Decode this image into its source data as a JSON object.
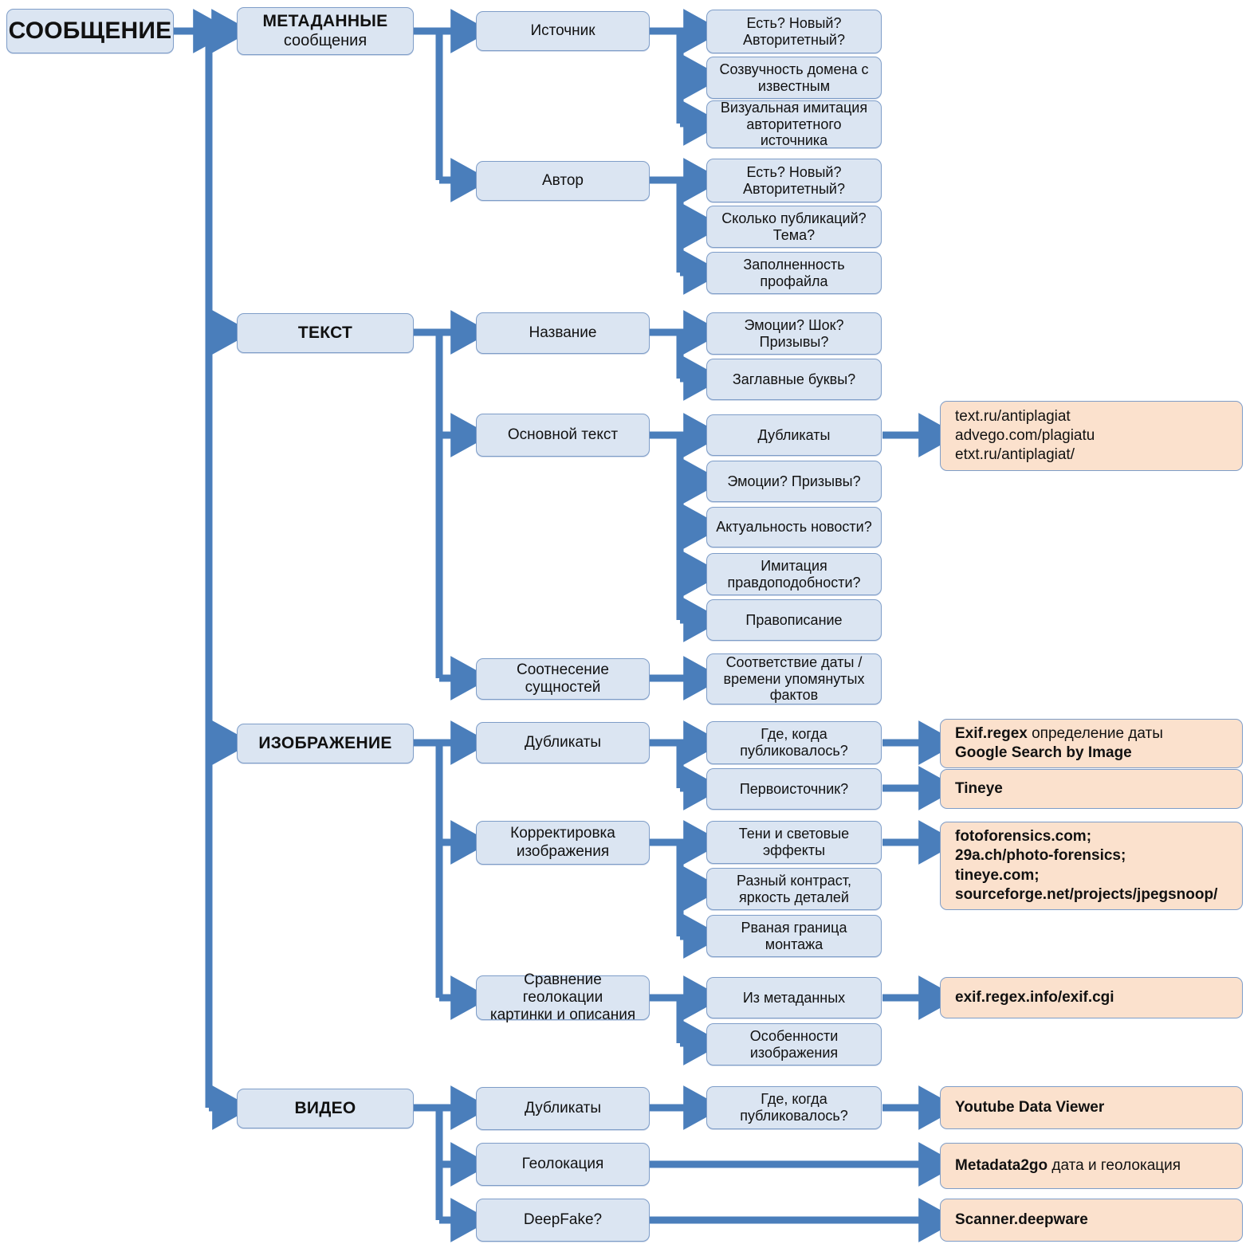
{
  "meta": {
    "title": "СООБЩЕНИЕ — схема проверки достоверности",
    "colors": {
      "node_blue_fill": "#dbe5f2",
      "node_peach_fill": "#fbe1cd",
      "node_border": "#7e9dc8",
      "connector": "#4a7ebb",
      "text": "#111111",
      "background": "#ffffff"
    }
  },
  "root": {
    "label": "СООБЩЕНИЕ"
  },
  "categories": [
    {
      "id": "metadata",
      "label": "МЕТАДАННЫЕ",
      "sublabel": "сообщения"
    },
    {
      "id": "text",
      "label": "ТЕКСТ",
      "sublabel": ""
    },
    {
      "id": "image",
      "label": "ИЗОБРАЖЕНИЕ",
      "sublabel": ""
    },
    {
      "id": "video",
      "label": "ВИДЕО",
      "sublabel": ""
    }
  ],
  "level2": {
    "source": "Источник",
    "author": "Автор",
    "title": "Название",
    "body": "Основной текст",
    "entities": "Соотнесение сущностей",
    "img_duplicates": "Дубликаты",
    "img_correction_l1": "Корректировка",
    "img_correction_l2": "изображения",
    "img_geo_l1": "Сравнение геолокации",
    "img_geo_l2": "картинки и описания",
    "vid_duplicates": "Дубликаты",
    "vid_geo": "Геолокация",
    "vid_deepfake": "DeepFake?"
  },
  "level3": {
    "src_exists_l1": "Есть? Новый?",
    "src_exists_l2": "Авторитетный?",
    "src_domain_l1": "Созвучность домена с",
    "src_domain_l2": "известным",
    "src_visual_l1": "Визуальная имитация",
    "src_visual_l2": "авторитетного",
    "src_visual_l3": "источника",
    "auth_exists_l1": "Есть? Новый?",
    "auth_exists_l2": "Авторитетный?",
    "auth_pubs_l1": "Сколько публикаций?",
    "auth_pubs_l2": "Тема?",
    "auth_profile_l1": "Заполненность",
    "auth_profile_l2": "профайла",
    "title_emotions_l1": "Эмоции? Шок?",
    "title_emotions_l2": "Призывы?",
    "title_caps": "Заглавные буквы?",
    "body_duplicates": "Дубликаты",
    "body_emotions": "Эмоции? Призывы?",
    "body_actual": "Актуальность новости?",
    "body_imitation_l1": "Имитация",
    "body_imitation_l2": "правдоподобности?",
    "body_spelling": "Правописание",
    "entities_dates_l1": "Соответствие даты /",
    "entities_dates_l2": "времени упомянутых",
    "entities_dates_l3": "фактов",
    "img_where_l1": "Где, когда",
    "img_where_l2": "публиковалось?",
    "img_origin": "Первоисточник?",
    "img_shadows_l1": "Тени и световые",
    "img_shadows_l2": "эффекты",
    "img_contrast_l1": "Разный контраст,",
    "img_contrast_l2": "яркость деталей",
    "img_edge_l1": "Рваная граница",
    "img_edge_l2": "монтажа",
    "img_from_meta": "Из метаданных",
    "img_features_l1": "Особенности",
    "img_features_l2": "изображения",
    "vid_where_l1": "Где, когда",
    "vid_where_l2": "публиковалось?"
  },
  "tools": {
    "plagiarism": {
      "lines": [
        "text.ru/antiplagiat",
        "advego.com/plagiatu",
        "etxt.ru/antiplagiat/"
      ]
    },
    "exif_google": {
      "line1_bold": "Exif.regex",
      "line1_rest": "определение даты",
      "line2_bold": "Google Search by Image"
    },
    "tineye": {
      "bold": "Tineye"
    },
    "forensics": {
      "lines": [
        "fotoforensics.com;",
        "29a.ch/photo-forensics;",
        "tineye.com;",
        "sourceforge.net/projects/jpegsnoop/"
      ]
    },
    "exif_cgi": {
      "bold": "exif.regex.info/exif.cgi"
    },
    "youtube": {
      "bold": "Youtube Data Viewer"
    },
    "metadata2go": {
      "bold": "Metadata2go",
      "rest": "дата и геолокация"
    },
    "deepware": {
      "bold": "Scanner.deepware"
    }
  }
}
